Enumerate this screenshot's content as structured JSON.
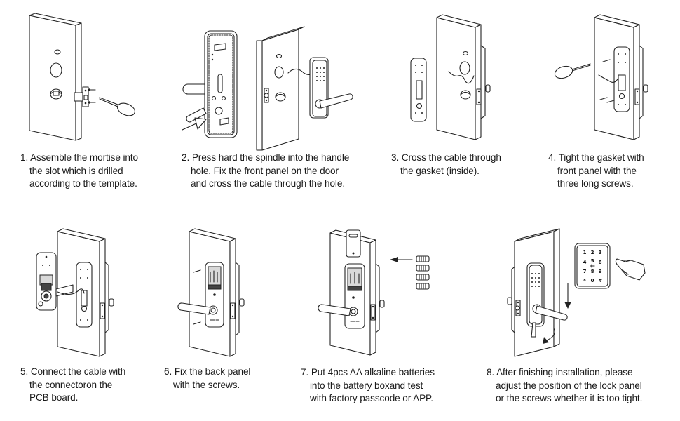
{
  "document": {
    "title": "Smart lock installation steps",
    "steps": [
      {
        "number": "1.",
        "illustration": "door-mortise-screwdriver",
        "lines": [
          "Assemble the mortise into",
          "the slot which is drilled",
          "according to the template."
        ]
      },
      {
        "number": "2.",
        "illustration": "spindle-front-panel-cable",
        "lines": [
          "Press hard the spindle into the handle",
          "hole. Fix the front panel on the door",
          "and cross the cable through the hole."
        ]
      },
      {
        "number": "3.",
        "illustration": "gasket-cable",
        "lines": [
          "Cross the cable through",
          "the gasket (inside)."
        ]
      },
      {
        "number": "4.",
        "illustration": "gasket-long-screws",
        "lines": [
          "Tight the gasket with",
          "front panel with the",
          "three long screws."
        ]
      },
      {
        "number": "5.",
        "illustration": "connect-pcb-cable",
        "lines": [
          "Connect the cable with",
          "the connectoron the",
          "PCB board."
        ]
      },
      {
        "number": "6.",
        "illustration": "back-panel-screws",
        "lines": [
          "Fix the back panel",
          "with the screws."
        ]
      },
      {
        "number": "7.",
        "illustration": "insert-aa-batteries",
        "lines": [
          "Put 4pcs AA alkaline batteries",
          "into the battery boxand test",
          "with factory passcode or APP."
        ]
      },
      {
        "number": "8.",
        "illustration": "adjust-lock-keypad",
        "lines": [
          "After finishing installation, please",
          "adjust the position of the lock panel",
          "or the screws whether it is too tight."
        ]
      }
    ],
    "keypad": {
      "keys": [
        "1",
        "2",
        "3",
        "4",
        "5",
        "6",
        "7",
        "8",
        "9",
        "*",
        "0",
        "#"
      ]
    }
  }
}
